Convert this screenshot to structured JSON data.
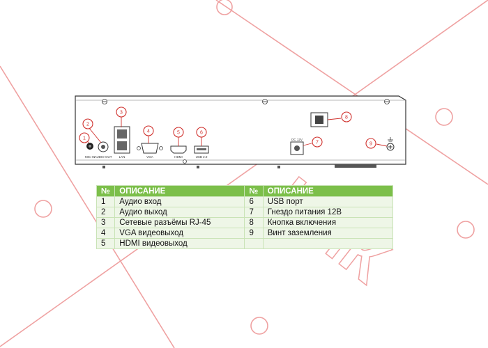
{
  "device": {
    "panel_labels": {
      "mic_in": "MIC IN",
      "audio_out": "AUDIO OUT",
      "lan": "LAN",
      "vga": "VGA",
      "hdmi": "HDMI",
      "usb": "USB 2.0",
      "dc": "DC 12V"
    },
    "callouts": [
      "1",
      "2",
      "3",
      "4",
      "5",
      "6",
      "7",
      "8",
      "9"
    ]
  },
  "watermark": {
    "text": "КИК"
  },
  "table": {
    "headers": {
      "num_left": "№",
      "desc_left": "ОПИСАНИЕ",
      "num_right": "№",
      "desc_right": "ОПИСАНИЕ"
    },
    "rows": [
      {
        "num_left": "1",
        "desc_left": "Аудио вход",
        "num_right": "6",
        "desc_right": "USB порт"
      },
      {
        "num_left": "2",
        "desc_left": "Аудио выход",
        "num_right": "7",
        "desc_right": "Гнездо питания 12В"
      },
      {
        "num_left": "3",
        "desc_left": "Сетевые разъёмы RJ-45",
        "num_right": "8",
        "desc_right": "Кнопка включения"
      },
      {
        "num_left": "4",
        "desc_left": "VGA видеовыход",
        "num_right": "9",
        "desc_right": "Винт заземления"
      },
      {
        "num_left": "5",
        "desc_left": "HDMI видеовыход",
        "num_right": "",
        "desc_right": ""
      }
    ]
  },
  "colors": {
    "header_green": "#7cbf4a",
    "row_green": "#eef6e7",
    "callout_red": "#d0312d",
    "watermark_red": "#e25555"
  }
}
